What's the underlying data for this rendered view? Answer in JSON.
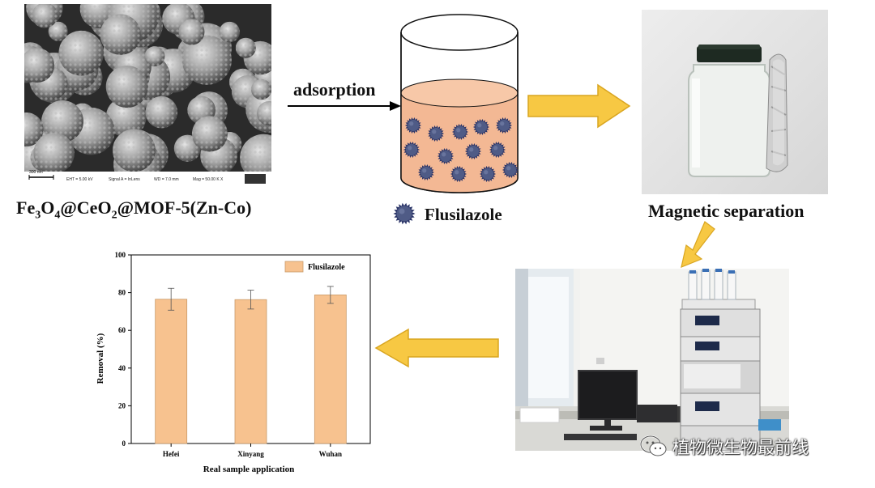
{
  "sem_panel": {
    "scalebar_text": "300 nm",
    "info": [
      "EHT = 5.00 kV",
      "Signal A = InLens",
      "WD = 7.0 mm",
      "Mag = 50.00 K X"
    ],
    "caption_parts": [
      "Fe",
      "3",
      "O",
      "4",
      "@CeO",
      "2",
      "@MOF-5(Zn-Co)"
    ]
  },
  "beaker_panel": {
    "arrow_label": "adsorption",
    "legend_label": "Flusilazole"
  },
  "separation_panel": {
    "caption": "Magnetic separation"
  },
  "hplc_panel": {},
  "watermark": {
    "text": "植物微生物最前线"
  },
  "colors": {
    "arrow_fill": "#f7c843",
    "arrow_stroke": "#d9a520",
    "liquid": "#f3b894",
    "particle_core": "#4f5b86",
    "particle_spikes": "#2b3568",
    "bar_fill": "#f7c28f",
    "bar_stroke": "#c99b6a"
  },
  "chart_data": {
    "type": "bar",
    "categories": [
      "Hefei",
      "Xinyang",
      "Wuhan"
    ],
    "series": [
      {
        "name": "Flusilazole",
        "values": [
          76.5,
          76.3,
          78.8
        ],
        "errors": [
          5.8,
          5.0,
          4.5
        ]
      }
    ],
    "xlabel": "Real sample application",
    "ylabel": "Removal (%)",
    "ylim": [
      0,
      100
    ],
    "yticks": [
      "0",
      "20",
      "40",
      "60",
      "80",
      "100"
    ],
    "legend_position": "top-right",
    "grid": false
  }
}
